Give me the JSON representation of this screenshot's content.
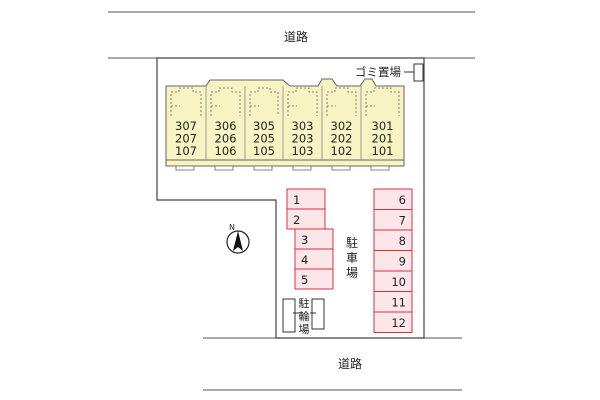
{
  "roads": {
    "top_label": "道路",
    "bottom_label": "道路"
  },
  "garbage": {
    "label": "ゴミ置場"
  },
  "compass": {
    "label": "N"
  },
  "parking": {
    "label_chars": [
      "駐",
      "車",
      "場"
    ],
    "left_spaces": [
      "1",
      "2",
      "3",
      "4",
      "5"
    ],
    "right_spaces": [
      "6",
      "7",
      "8",
      "9",
      "10",
      "11",
      "12"
    ]
  },
  "bicycle": {
    "label_chars": [
      "駐",
      "輪",
      "場"
    ]
  },
  "building": {
    "units": [
      {
        "floor3": "307",
        "floor2": "207",
        "floor1": "107"
      },
      {
        "floor3": "306",
        "floor2": "206",
        "floor1": "106"
      },
      {
        "floor3": "305",
        "floor2": "205",
        "floor1": "105"
      },
      {
        "floor3": "303",
        "floor2": "203",
        "floor1": "103"
      },
      {
        "floor3": "302",
        "floor2": "202",
        "floor1": "102"
      },
      {
        "floor3": "301",
        "floor2": "201",
        "floor1": "101"
      }
    ]
  },
  "colors": {
    "building_fill": "#f7f3c2",
    "parking_fill": "#fde6ea",
    "parking_stroke": "#d9303c",
    "lot_fill": "#ffffff",
    "line": "#333333"
  }
}
